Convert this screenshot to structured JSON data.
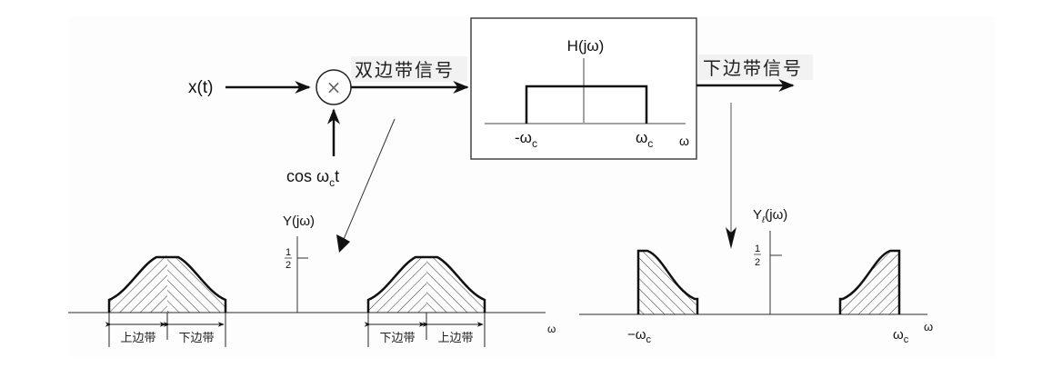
{
  "diagram": {
    "title": "单边带调制（下边带）原理示意",
    "input_label": "x(t)",
    "carrier_label": {
      "main": "cos ω",
      "sub": "c",
      "tail": "t"
    },
    "multiplier_symbol": "×",
    "dsb_signal_label": "双边带信号",
    "lsb_signal_label": "下边带信号",
    "filter": {
      "title": "H(jω)",
      "neg_cutoff": {
        "main": "-ω",
        "sub": "c"
      },
      "pos_cutoff": {
        "main": "ω",
        "sub": "c"
      },
      "axis_label": "ω",
      "passband": [
        -1,
        1
      ],
      "gain": 1
    },
    "spectrum_dsb": {
      "title": "Y(jω)",
      "half_num": "1",
      "half_den": "2",
      "axis_label": "ω",
      "left_band_labels": [
        "上边带",
        "下边带"
      ],
      "right_band_labels": [
        "下边带",
        "上边带"
      ]
    },
    "spectrum_lsb": {
      "title_main": "Y",
      "title_sub": "ℓ",
      "title_tail": "(jω)",
      "half_num": "1",
      "half_den": "2",
      "axis_label": "ω",
      "neg_cutoff": {
        "main": "−ω",
        "sub": "c"
      },
      "pos_cutoff": {
        "main": "ω",
        "sub": "c"
      }
    }
  }
}
